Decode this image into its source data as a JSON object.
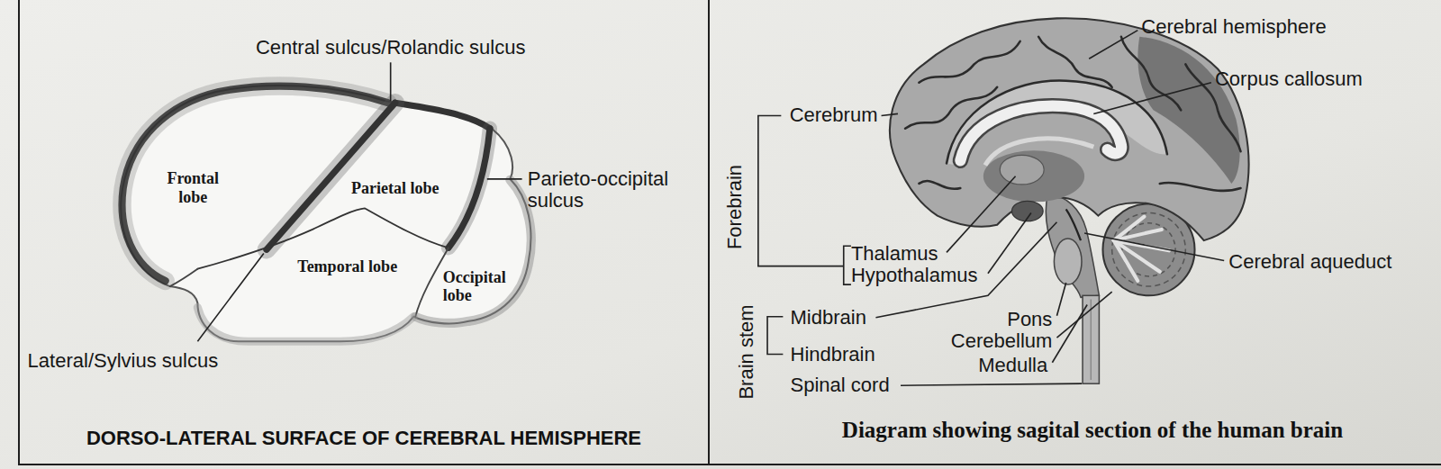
{
  "diagram": {
    "nodes": [
      {
        "text": [
          "DORSO-LATERAL SURFACE OF CEREBRAL HEMISPHERE"
        ]
      },
      {
        "text": [
          "Diagram showing sagital section of the human brain"
        ]
      }
    ],
    "labels": [
      "Central sulcus/Rolandic sulcus",
      "Frontal lobe",
      "Parietal lobe",
      "Parieto-occipital sulcus",
      "Temporal lobe",
      "Occipital lobe",
      "Lateral/Sylvius sulcus",
      "Cerebral hemisphere",
      "Corpus callosum",
      "Cerebrum",
      "Forebrain",
      "Thalamus",
      "Hypothalamus",
      "Cerebral aqueduct",
      "Midbrain",
      "Pons",
      "Brain stem",
      "Hindbrain",
      "Cerebellum",
      "Medulla",
      "Spinal cord"
    ]
  }
}
